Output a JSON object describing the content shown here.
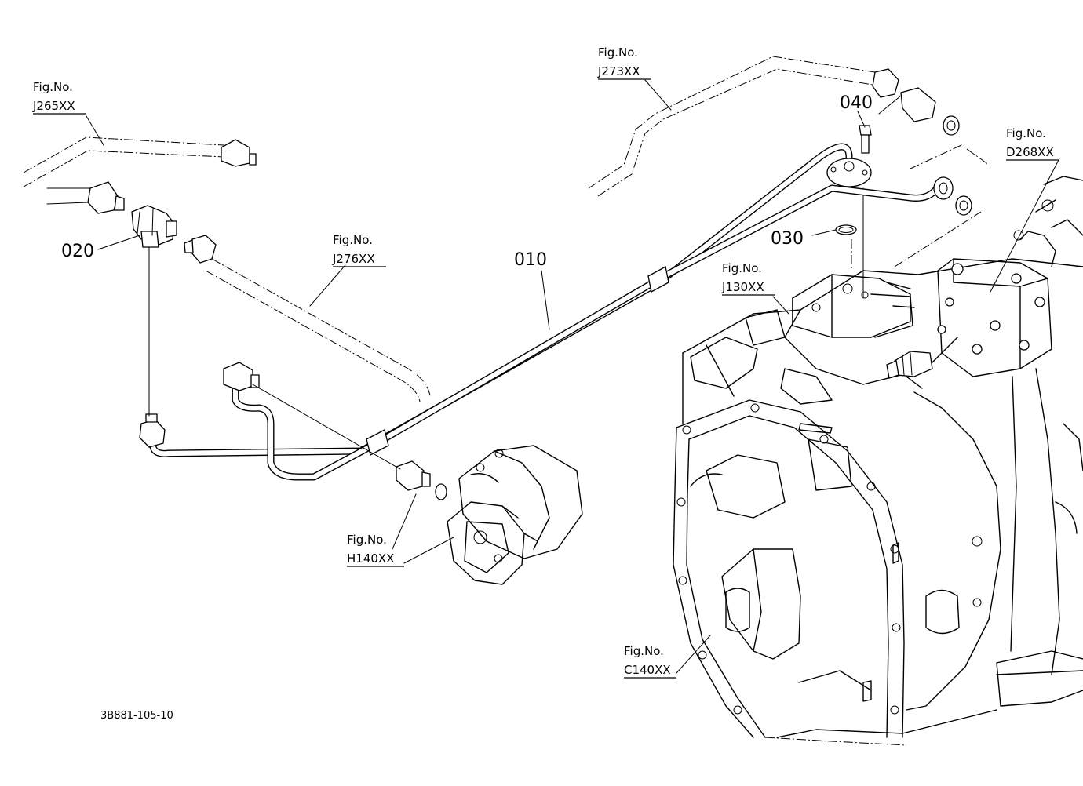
{
  "diagram": {
    "part_labels": [
      {
        "id": "p010",
        "text": "010"
      },
      {
        "id": "p020",
        "text": "020"
      },
      {
        "id": "p030",
        "text": "030"
      },
      {
        "id": "p040",
        "text": "040"
      }
    ],
    "figure_refs": [
      {
        "id": "j265",
        "label": "Fig.No.",
        "code": "J265XX"
      },
      {
        "id": "j273",
        "label": "Fig.No.",
        "code": "J273XX"
      },
      {
        "id": "j276",
        "label": "Fig.No.",
        "code": "J276XX"
      },
      {
        "id": "d268",
        "label": "Fig.No.",
        "code": "D268XX"
      },
      {
        "id": "j130",
        "label": "Fig.No.",
        "code": "J130XX"
      },
      {
        "id": "h140",
        "label": "Fig.No.",
        "code": "H140XX"
      },
      {
        "id": "c140",
        "label": "Fig.No.",
        "code": "C140XX"
      }
    ],
    "drawing_code": "3B881-105-10"
  }
}
